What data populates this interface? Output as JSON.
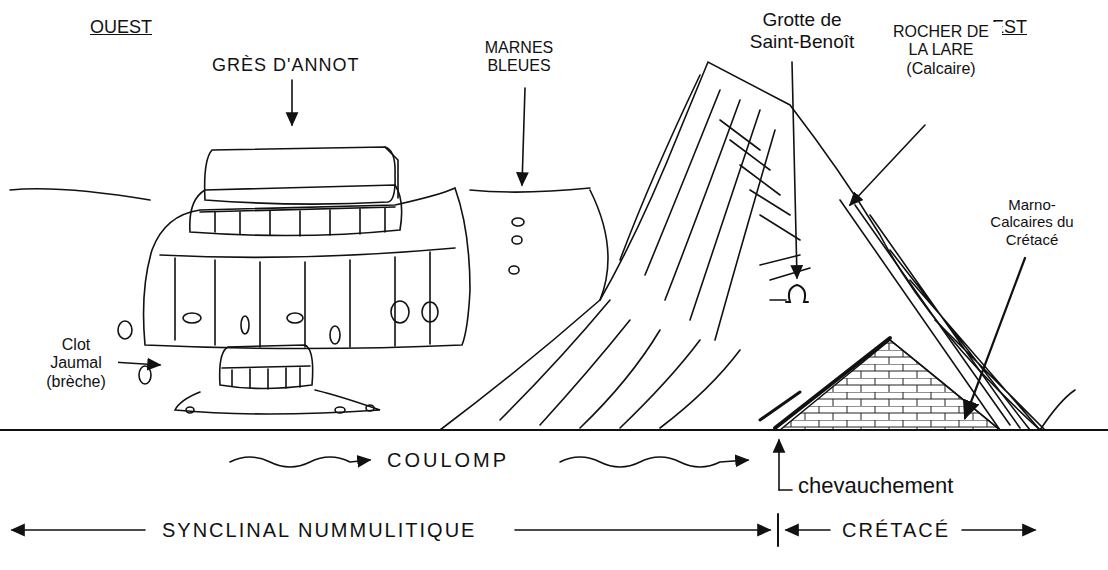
{
  "diagram": {
    "labels": [
      "OUEST",
      "GRÈS D'ANNOT",
      "MARNES BLEUES",
      "Grotte de Saint-Benoît",
      "EST",
      "ROCHER DE LA LARE (Calcaire)",
      "Marno-Calcaires du Crétacé",
      "Clot Jaumal (brèche)",
      "COULOMP",
      "chevauchement",
      "SYNCLINAL NUMMULITIQUE",
      "CRÉTACÉ"
    ]
  }
}
